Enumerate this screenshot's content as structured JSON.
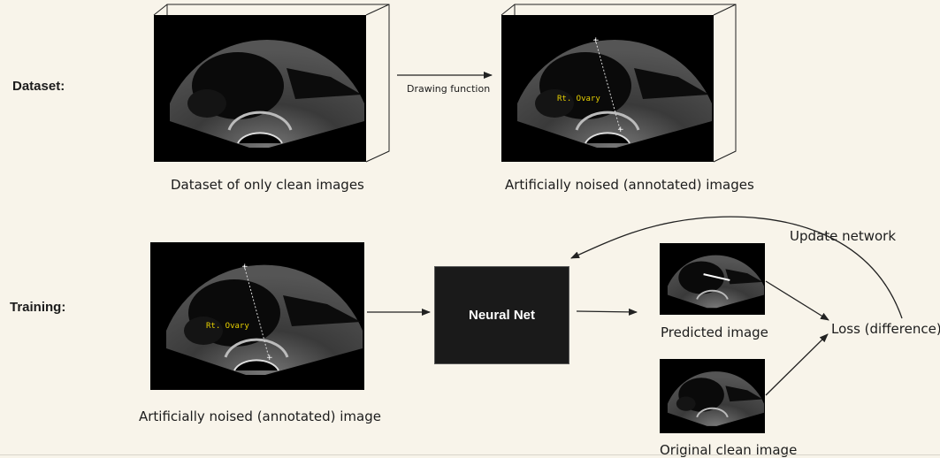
{
  "rows": {
    "dataset_label": "Dataset:",
    "training_label": "Training:"
  },
  "dataset": {
    "clean_caption": "Dataset of only clean images",
    "arrow_label": "Drawing function",
    "noised_caption": "Artificially noised (annotated) images"
  },
  "training": {
    "input_caption": "Artificially noised (annotated) image",
    "network_label": "Neural Net",
    "predicted_caption": "Predicted image",
    "original_caption": "Original clean image",
    "loss_label": "Loss (difference)",
    "update_label": "Update network"
  },
  "annotation_text": "Rt. Ovary",
  "colors": {
    "background": "#f8f4ea",
    "annotation": "#e8d100",
    "network_box": "#1a1a1a"
  }
}
